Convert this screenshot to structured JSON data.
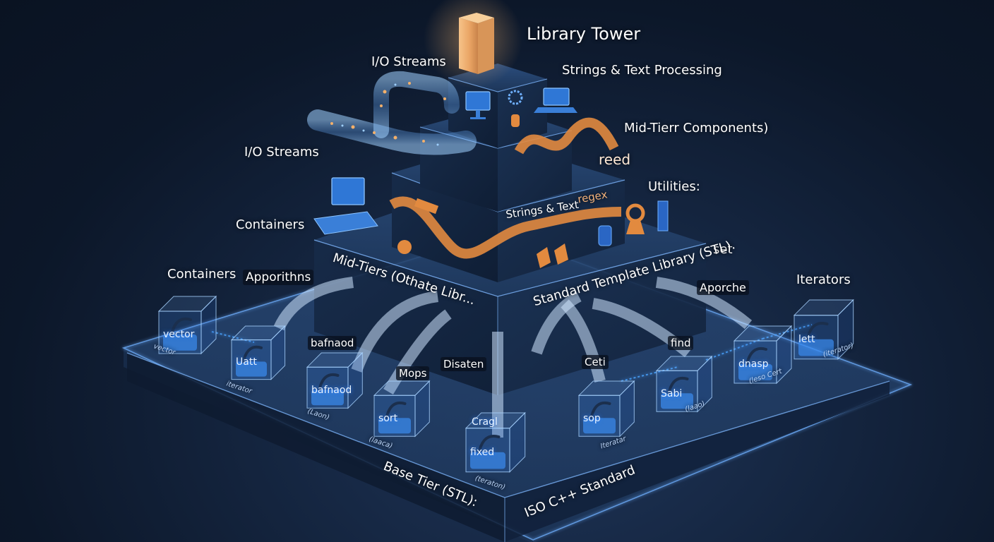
{
  "title": "Library Tower",
  "colors": {
    "background": "#0c1729",
    "platform": "#1b3358",
    "edge_glow": "#6fb0ff",
    "accent_orange": "#e28a3f",
    "beacon": "#f2b26b",
    "pipe": "#7fb8ff"
  },
  "tiers": {
    "top": {
      "labels": [
        "I/O Streams",
        "Strings & Text Processing"
      ]
    },
    "mid": {
      "labels": [
        "Mid-Tierr Components)",
        "I/O Streams",
        "Utilities:",
        "Containers"
      ],
      "front_labels": [
        "Strings & Text",
        "regex",
        "reed"
      ]
    },
    "stl": {
      "left_face": "Mid-Tiers (Othate Libr...",
      "right_face": "Standard Template Library (STL).",
      "labels": [
        "Containers",
        "Apporithns",
        "set",
        "Aporche",
        "Iterators"
      ]
    },
    "base": {
      "left_face": "Base Tier (STL):",
      "right_face": "ISO C++ Standard"
    }
  },
  "modules": [
    {
      "name": "vector",
      "caption": "vector"
    },
    {
      "name": "Uatt",
      "caption": "iterator"
    },
    {
      "name": "bafnaod",
      "caption": "(Laon)"
    },
    {
      "name": "sort",
      "caption": "(laaca)"
    },
    {
      "name": "fixed",
      "caption": "(teraton)"
    },
    {
      "name": "sop",
      "caption": "Iteratar"
    },
    {
      "name": "Sabi",
      "caption": "(laao)"
    },
    {
      "name": "dnasp",
      "caption": "(leso Cert"
    },
    {
      "name": "lett",
      "caption": "(iterator)"
    }
  ],
  "floating_tags": [
    "bafnaod",
    "Mops",
    "Disaten",
    "Ceti",
    "find"
  ],
  "inbox_extra": [
    "Cragl"
  ]
}
